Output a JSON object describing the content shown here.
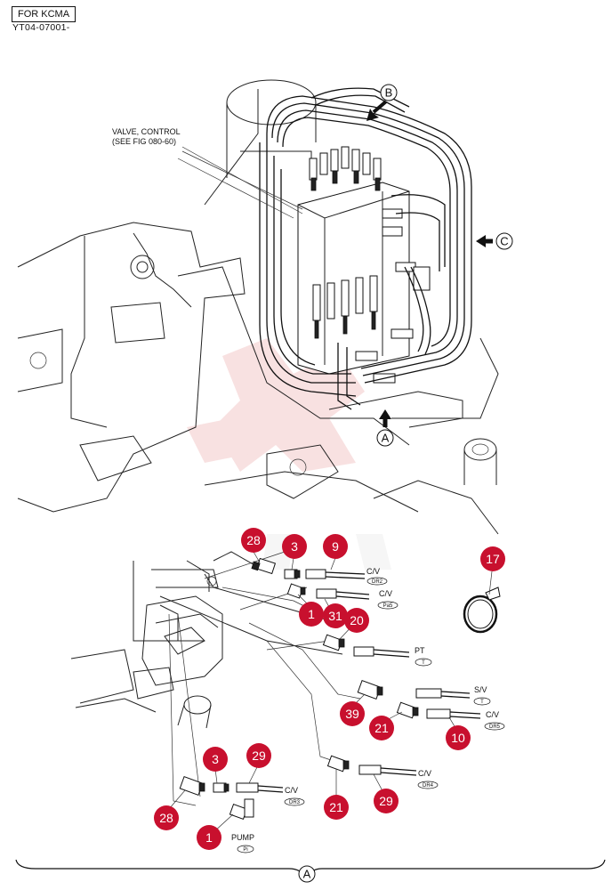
{
  "header": {
    "model_label": "FOR KCMA",
    "serial": "YT04-07001-"
  },
  "valve_label": {
    "line1": "VALVE, CONTROL",
    "line2": "(SEE FIG 080-60)"
  },
  "view_markers": {
    "a": "A",
    "b": "B",
    "c": "C",
    "section": "A"
  },
  "hose_labels": {
    "cv_dr2": {
      "name": "C/V",
      "port": "DR2"
    },
    "cv_pa5": {
      "name": "C/V",
      "port": "Pa5"
    },
    "pt_t": {
      "name": "PT",
      "port": "T"
    },
    "sv_t": {
      "name": "S/V",
      "port": "T"
    },
    "cv_dr5": {
      "name": "C/V",
      "port": "DR5"
    },
    "cv_dr3": {
      "name": "C/V",
      "port": "DR3"
    },
    "cv_dr4": {
      "name": "C/V",
      "port": "DR4"
    },
    "pump_pi": {
      "name": "PUMP",
      "port": "Pi"
    }
  },
  "callouts": [
    "28",
    "3",
    "9",
    "17",
    "1",
    "31",
    "20",
    "39",
    "21",
    "10",
    "3",
    "29",
    "28",
    "1",
    "21",
    "29"
  ],
  "colors": {
    "callout": "#C8102E",
    "watermark": "#F3C9C9"
  }
}
